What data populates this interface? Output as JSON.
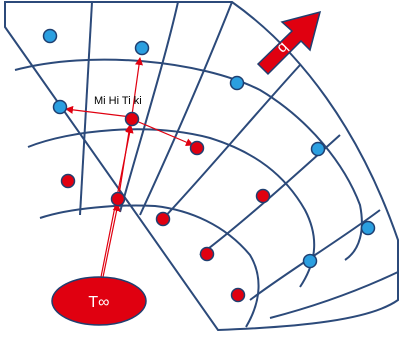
{
  "node_label": "Mi Hi Ti ki",
  "source_label": "T∞",
  "flux_label": "q",
  "colors": {
    "grid": "#2c4a7a",
    "blue_node": "#2b9fe0",
    "red_node": "#e00010",
    "arrow": "#e00010"
  }
}
